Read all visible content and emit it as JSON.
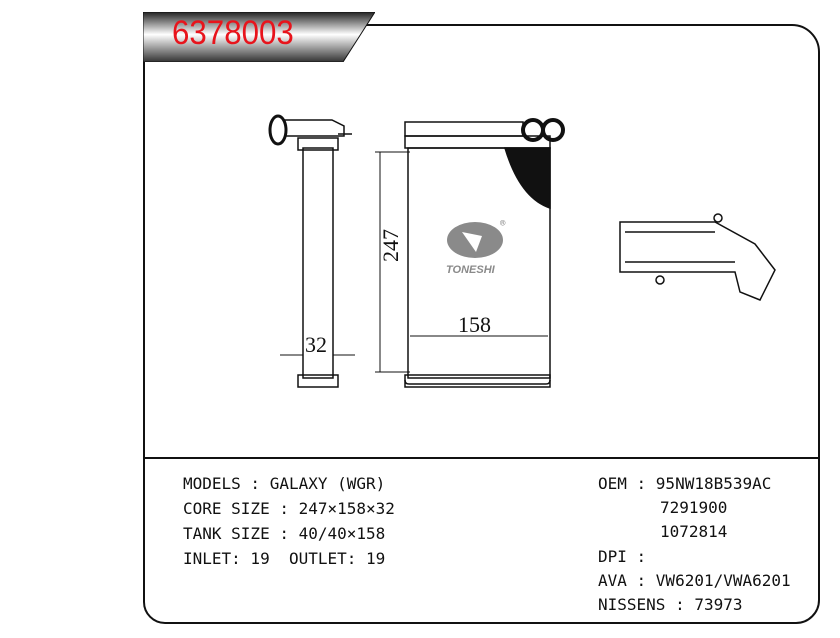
{
  "part_number": "6378003",
  "colors": {
    "part_number": "#e8141c",
    "line": "#111111",
    "logo": "#8a8a8a"
  },
  "drawing": {
    "dim_height": "247",
    "dim_width": "158",
    "dim_depth": "32",
    "logo_text": "TONESHI"
  },
  "specs_left": [
    "MODELS : GALAXY (WGR)",
    "CORE SIZE : 247×158×32",
    "TANK SIZE : 40/40×158",
    "INLET: 19  OUTLET: 19"
  ],
  "specs_right": {
    "oem_label": "OEM : 95NW18B539AC",
    "oem_2": "7291900",
    "oem_3": "1072814",
    "dpi": "DPI :",
    "ava": "AVA : VW6201/VWA6201",
    "nissens": "NISSENS : 73973"
  }
}
